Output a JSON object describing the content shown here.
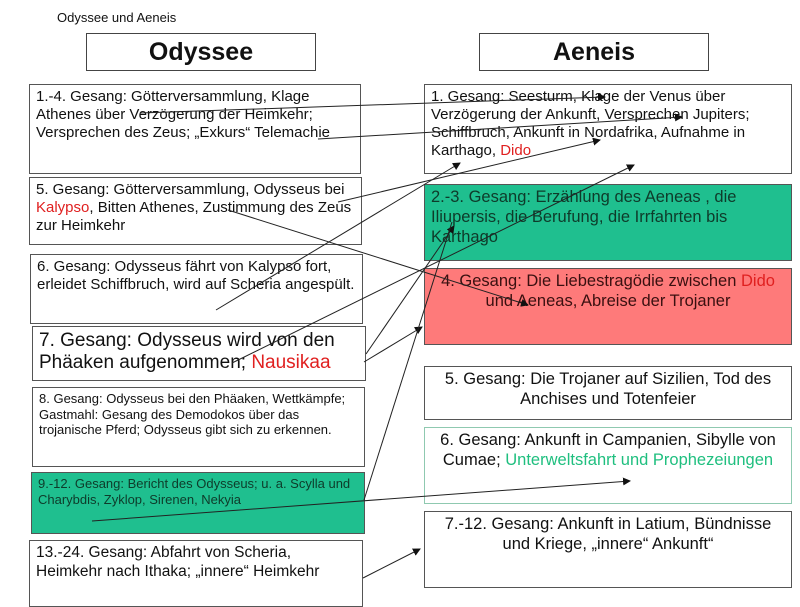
{
  "title": "Odyssee und Aeneis",
  "odyssee": {
    "heading": "Odyssee",
    "boxes": [
      {
        "text": "1.-4. Gesang: Götterversammlung, Klage Athenes über Verzögerung der Heimkehr; Versprechen des Zeus; „Exkurs“ Telemachie"
      },
      {
        "text_a": "5. Gesang: Götterversammlung, Odysseus bei ",
        "highlight": "Kalypso",
        "text_b": ", Bitten Athenes, Zustimmung des Zeus zur Heimkehr"
      },
      {
        "text": "6. Gesang: Odysseus fährt von Kalypso fort, erleidet Schiffbruch, wird auf Scheria angespült."
      },
      {
        "text_a": "7. Gesang: Odysseus wird von den Phäaken aufgenommen; ",
        "highlight": "Nausikaa"
      },
      {
        "text": "8. Gesang: Odysseus bei den Phäaken, Wettkämpfe; Gastmahl: Gesang des Demodokos über das trojanische Pferd; Odysseus gibt sich zu erkennen."
      },
      {
        "text": "9.-12. Gesang: Bericht des Odysseus; u. a. Scylla und Charybdis, Zyklop, Sirenen, Nekyia"
      },
      {
        "text": "13.-24. Gesang: Abfahrt von Scheria, Heimkehr nach Ithaka; „innere“ Heimkehr"
      }
    ]
  },
  "aeneis": {
    "heading": "Aeneis",
    "boxes": [
      {
        "text_a": "1. Gesang: Seesturm, Klage der Venus über Verzögerung der Ankunft, Versprechen Jupiters; Schiffbruch, Ankunft in Nordafrika, Aufnahme in Karthago, ",
        "highlight": "Dido"
      },
      {
        "text": "2.-3. Gesang: Erzählung des Aeneas , die Iliupersis, die Berufung, die Irrfahrten bis Karthago"
      },
      {
        "text_a": "4. Gesang: Die Liebestragödie zwischen ",
        "highlight": "Dido",
        "text_b": " und Aeneas, Abreise der Trojaner"
      },
      {
        "text": "5. Gesang: Die Trojaner auf Sizilien, Tod des Anchises und Totenfeier"
      },
      {
        "text_a": "6. Gesang: Ankunft in Campanien, Sibylle von Cumae; ",
        "highlight": "Unterweltsfahrt und Prophezeiungen"
      },
      {
        "text": "7.-12. Gesang: Ankunft in Latium, Bündnisse und Kriege, „innere“ Ankunft“"
      }
    ]
  },
  "colors": {
    "teal": "#1fbf8f",
    "pink": "#fe7a7a",
    "highlight_red": "#e02020",
    "highlight_green": "#1fbf7f"
  }
}
